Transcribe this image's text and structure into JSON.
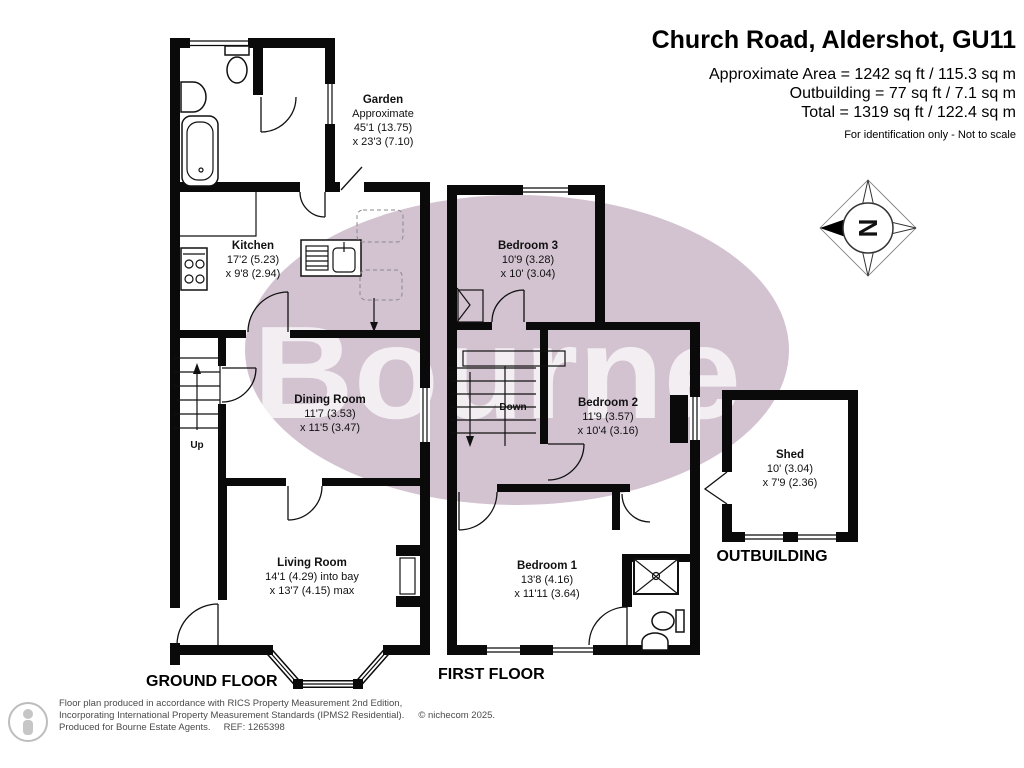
{
  "header": {
    "title": "Church Road, Aldershot, GU11",
    "approx_area": "Approximate Area = 1242 sq ft / 115.3 sq m",
    "outbuilding_area": "Outbuilding = 77 sq ft / 7.1 sq m",
    "total_area": "Total = 1319 sq ft / 122.4 sq m",
    "disclaimer": "For identification only - Not to scale"
  },
  "compass": {
    "north_label": "N"
  },
  "watermark": {
    "text": "Bourne",
    "ellipse_color": "#d3c3d1",
    "text_color": "#ffffff"
  },
  "ground_floor": {
    "label": "GROUND FLOOR",
    "stairs_label": "Up",
    "garden": {
      "name": "Garden",
      "line1": "Approximate",
      "line2": "45'1 (13.75)",
      "line3": "x 23'3 (7.10)"
    },
    "kitchen": {
      "name": "Kitchen",
      "line1": "17'2 (5.23)",
      "line2": "x 9'8 (2.94)"
    },
    "dining_room": {
      "name": "Dining Room",
      "line1": "11'7 (3.53)",
      "line2": "x 11'5 (3.47)"
    },
    "living_room": {
      "name": "Living Room",
      "line1": "14'1 (4.29) into bay",
      "line2": "x 13'7 (4.15) max"
    }
  },
  "first_floor": {
    "label": "FIRST FLOOR",
    "stairs_label": "Down",
    "bedroom3": {
      "name": "Bedroom 3",
      "line1": "10'9 (3.28)",
      "line2": "x 10' (3.04)"
    },
    "bedroom2": {
      "name": "Bedroom 2",
      "line1": "11'9 (3.57)",
      "line2": "x 10'4 (3.16)"
    },
    "bedroom1": {
      "name": "Bedroom 1",
      "line1": "13'8 (4.16)",
      "line2": "x 11'11 (3.64)"
    }
  },
  "outbuilding": {
    "label": "OUTBUILDING",
    "shed": {
      "name": "Shed",
      "line1": "10' (3.04)",
      "line2": "x 7'9 (2.36)"
    }
  },
  "footer": {
    "line1": "Floor plan produced in accordance with RICS Property Measurement 2nd Edition,",
    "line2": "Incorporating International Property Measurement Standards (IPMS2 Residential).",
    "copyright": "© nichecom 2025.",
    "line3": "Produced for Bourne Estate Agents.",
    "ref": "REF:  1265398"
  }
}
